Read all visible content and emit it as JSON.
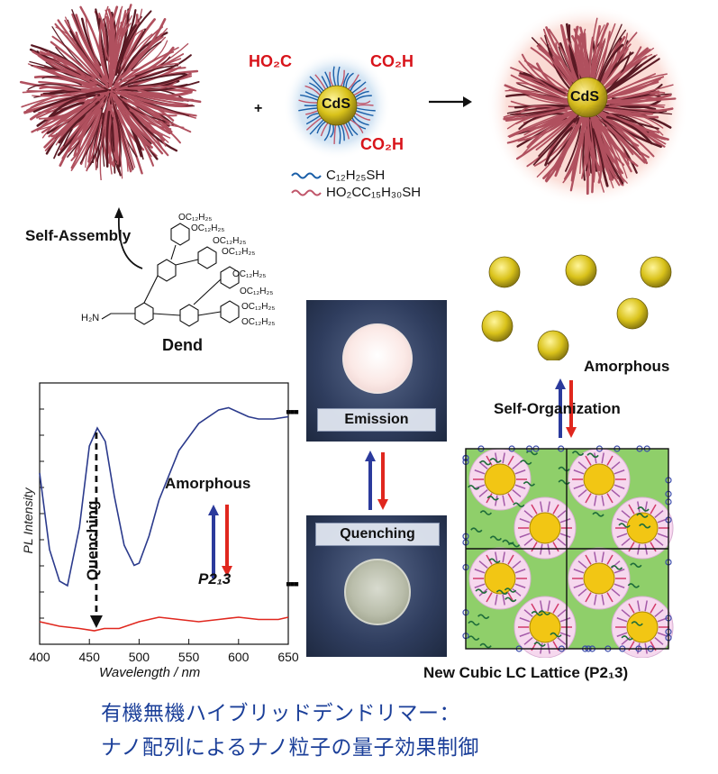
{
  "top": {
    "plus": "+",
    "cds_label": "CdS",
    "cds_label_complex": "CdS",
    "co2h_1": "HO₂C",
    "co2h_2": "CO₂H",
    "co2h_3": "CO₂H",
    "ligand_1": "C₁₂H₂₅SH",
    "ligand_2": "HO₂CC₁₅H₃₀SH",
    "ligand_1_color": "#1a5fa8",
    "ligand_2_color": "#c0566a"
  },
  "molecule": {
    "self_assembly": "Self-Assembly",
    "name": "Dend",
    "amine": "H₂N",
    "chains": [
      "OC₁₂H₂₅",
      "OC₁₂H₂₅",
      "OC₁₂H₂₅",
      "OC₁₂H₂₅",
      "OC₁₂H₂₅",
      "OC₁₂H₂₅",
      "OC₁₂H₂₅",
      "OC₁₂H₂₅"
    ]
  },
  "right": {
    "amorphous": "Amorphous",
    "self_organization": "Self-Organization",
    "lattice_caption": "New Cubic LC Lattice (P2₁3)"
  },
  "photos": {
    "emission": "Emission",
    "quenching": "Quenching"
  },
  "chart_data": {
    "type": "line",
    "xlabel": "Wavelength / nm",
    "ylabel": "PL Intensity",
    "xlim": [
      400,
      650
    ],
    "xticks": [
      "400",
      "450",
      "500",
      "550",
      "600",
      "650"
    ],
    "series": [
      {
        "name": "Amorphous",
        "color": "#2b3a8c",
        "x": [
          400,
          410,
          420,
          428,
          440,
          450,
          458,
          466,
          475,
          485,
          495,
          500,
          510,
          520,
          540,
          560,
          580,
          590,
          600,
          610,
          620,
          635,
          650
        ],
        "y": [
          0.72,
          0.38,
          0.24,
          0.22,
          0.48,
          0.84,
          0.92,
          0.86,
          0.62,
          0.4,
          0.31,
          0.32,
          0.44,
          0.6,
          0.82,
          0.94,
          1.0,
          1.01,
          0.99,
          0.97,
          0.96,
          0.96,
          0.97
        ]
      },
      {
        "name": "P2₁3",
        "color": "#e0271e",
        "x": [
          400,
          420,
          440,
          455,
          465,
          480,
          500,
          520,
          540,
          560,
          580,
          600,
          620,
          640,
          650
        ],
        "y": [
          0.06,
          0.04,
          0.03,
          0.02,
          0.03,
          0.03,
          0.06,
          0.08,
          0.07,
          0.06,
          0.07,
          0.08,
          0.07,
          0.07,
          0.08
        ]
      }
    ],
    "annotations": {
      "quenching": "Quenching",
      "amorphous": "Amorphous",
      "p213": "P2₁3"
    }
  },
  "japanese": {
    "line1": "有機無機ハイブリッドデンドリマー：",
    "line2": "ナノ配列によるナノ粒子の量子効果制御"
  }
}
